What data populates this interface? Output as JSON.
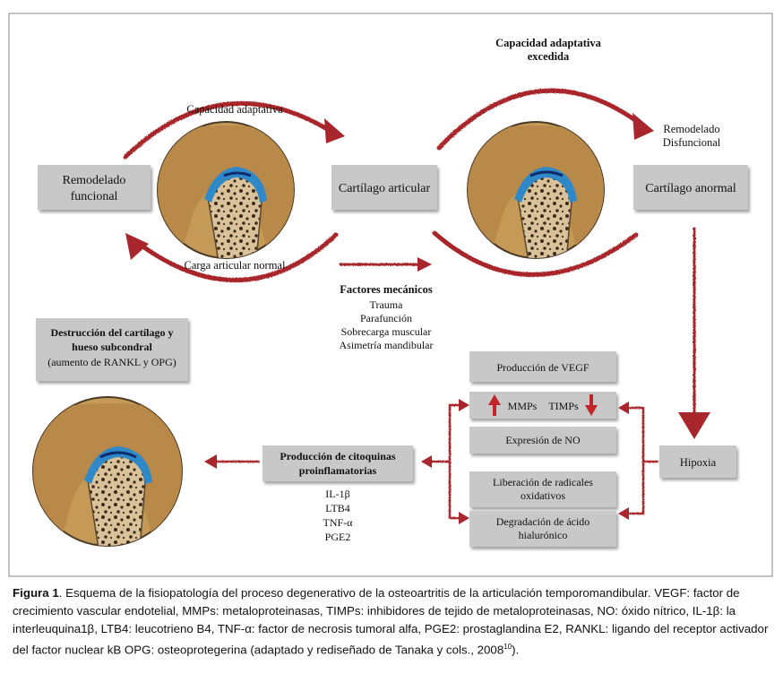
{
  "top": {
    "capacidad_adaptativa": "Capacidad adaptativa",
    "capacidad_excedida_1": "Capacidad adaptativa",
    "capacidad_excedida_2": "excedida",
    "remodelado_disfuncional_1": "Remodelado",
    "remodelado_disfuncional_2": "Disfuncional",
    "carga_articular": "Carga articular normal"
  },
  "boxes": {
    "remodelado_funcional_1": "Remodelado",
    "remodelado_funcional_2": "funcional",
    "cartilago_articular": "Cartílago articular",
    "cartilago_anormal": "Cartílago anormal",
    "hipoxia": "Hipoxia",
    "vegf": "Producción de VEGF",
    "mmps": "MMPs",
    "timps": "TIMPs",
    "no": "Expresión de NO",
    "radicales_1": "Liberación de radicales",
    "radicales_2": "oxidativos",
    "acido_1": "Degradación de ácido",
    "acido_2": "hialurónico"
  },
  "factores": {
    "title": "Factores mecánicos",
    "items": [
      "Trauma",
      "Parafunción",
      "Sobrecarga muscular",
      "Asimetría mandibular"
    ]
  },
  "destruccion": {
    "line1": "Destrucción del cartílago y",
    "line2": "hueso subcondral",
    "line3": "(aumento de RANKL y OPG)"
  },
  "citoquinas": {
    "title1": "Producción de citoquinas",
    "title2": "proinflamatorias",
    "items": [
      "IL-1β",
      "LTB4",
      "TNF-α",
      "PGE2"
    ]
  },
  "caption": {
    "label": "Figura 1",
    "text": ". Esquema de la fisiopatología del proceso degenerativo de la osteoartritis de la articulación temporomandibular. VEGF: factor de crecimiento vascular endotelial, MMPs: metaloproteinasas, TIMPs: inhibidores de tejido de metaloproteinasas, NO: óxido nítrico, IL-1β: la interleuquina1β, LTB4: leucotrieno B4, TNF-α: factor de necrosis tumoral alfa, PGE2: prostaglandina E2, RANKL: ligando del receptor activador del factor nuclear kB OPG: osteoprotegerina (adaptado y rediseñado de Tanaka y cols., 2008",
    "superscript": "10",
    "end": ")."
  },
  "colors": {
    "arrow_red": "#a8262c",
    "box_gray": "#c8c8c8",
    "bone_tan": "#c49a56",
    "cartilage_blue": "#2f88c8",
    "frame": "#8a8a8a"
  }
}
